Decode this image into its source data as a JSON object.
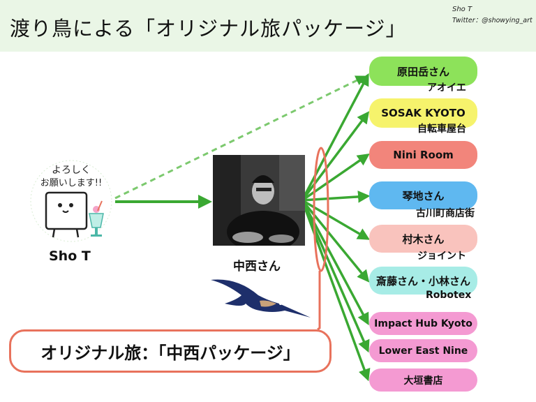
{
  "slide": {
    "title": "渡り鳥による「オリジナル旅パッケージ」",
    "credit_name": "Sho T",
    "credit_twitter": "Twitter：@showying_art"
  },
  "people": {
    "sho": "Sho T",
    "nakanishi": "中西さん"
  },
  "mascot": {
    "greeting_line1": "よろしく",
    "greeting_line2": "お願いします!!"
  },
  "package_label": "オリジナル旅：「中西パッケージ」",
  "destinations": [
    {
      "name": "原田岳さん",
      "sub": "アオイエ",
      "color": "#8de25a"
    },
    {
      "name": "SOSAK KYOTO",
      "sub": "自転車屋台",
      "color": "#f6f36c"
    },
    {
      "name": "Nini Room",
      "sub": "",
      "color": "#f2857b"
    },
    {
      "name": "琴地さん",
      "sub": "古川町商店街",
      "color": "#5fb8f0"
    },
    {
      "name": "村木さん",
      "sub": "ジョイント",
      "color": "#f9c3bd"
    },
    {
      "name": "斎藤さん・小林さん",
      "sub": "Robotex",
      "color": "#a7ece6"
    },
    {
      "name": "Impact Hub Kyoto",
      "sub": "",
      "color": "#f49ad2"
    },
    {
      "name": "Lower East Nine",
      "sub": "",
      "color": "#f49ad2"
    },
    {
      "name": "大垣書店",
      "sub": "",
      "color": "#f49ad2"
    }
  ],
  "colors": {
    "arrow": "#3aa832",
    "highlight": "#e8725c",
    "header_bg": "#eaf6e6"
  }
}
